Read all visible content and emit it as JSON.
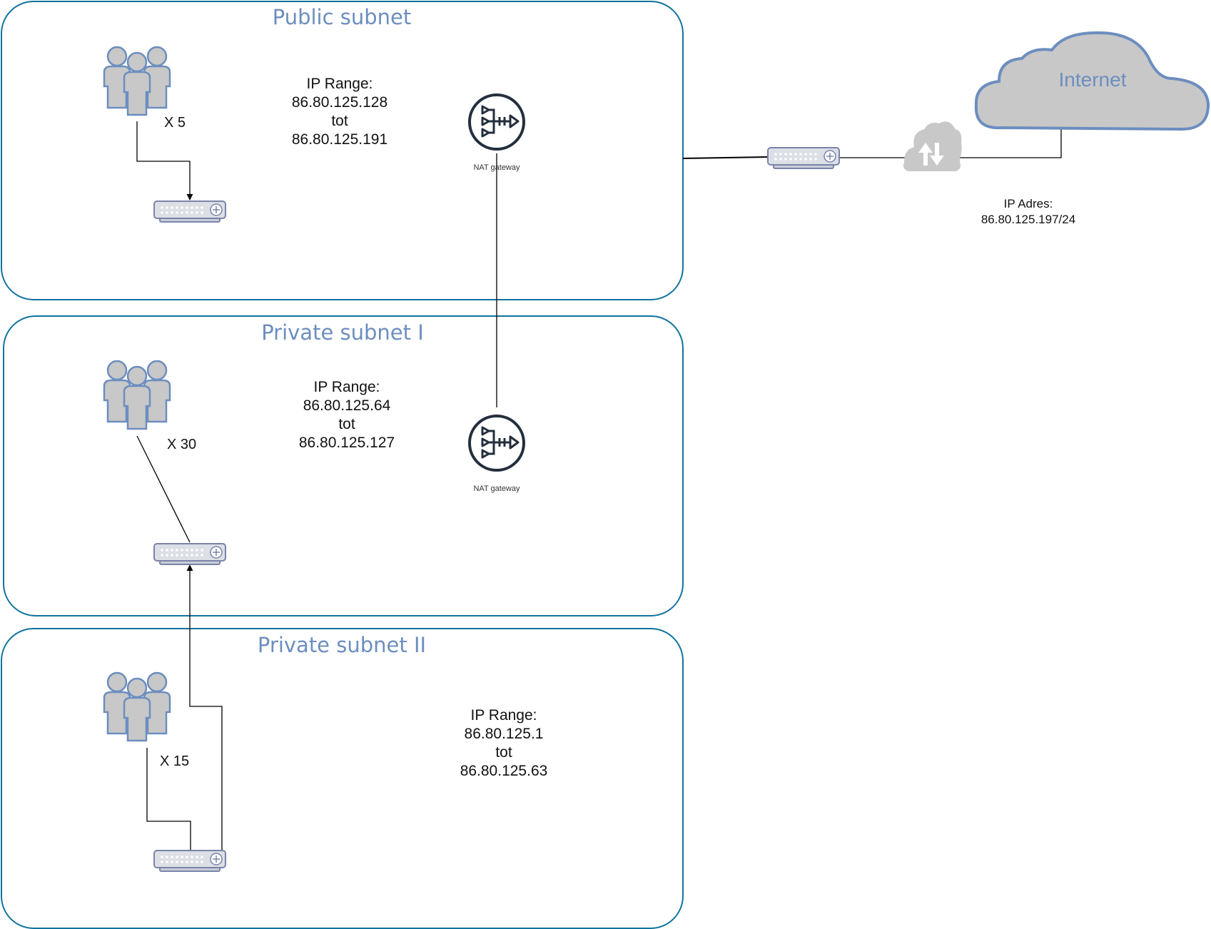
{
  "subnets": [
    {
      "title": "Public subnet",
      "ip_range": [
        "IP Range:",
        "86.80.125.128",
        "tot",
        "86.80.125.191"
      ],
      "user_count": "X 5",
      "nat_label": "NAT gateway"
    },
    {
      "title": "Private subnet I",
      "ip_range": [
        "IP Range:",
        "86.80.125.64",
        "tot",
        "86.80.125.127"
      ],
      "user_count": "X 30",
      "nat_label": "NAT gateway"
    },
    {
      "title": "Private subnet II",
      "ip_range": [
        "IP Range:",
        "86.80.125.1",
        "tot",
        "86.80.125.63"
      ],
      "user_count": "X 15"
    }
  ],
  "internet": {
    "label": "Internet",
    "ip_address_label": "IP Adres:",
    "ip_address": "86.80.125.197/24"
  },
  "colors": {
    "subnet_border": "#10739e",
    "title_text": "#6c8ebf",
    "icon_fill": "#c8c8c8",
    "icon_stroke": "#6c8ebf",
    "nat_icon": "#232f3e"
  },
  "icons": {
    "users": "users-group-icon",
    "switch": "network-switch-icon",
    "nat": "nat-gateway-icon",
    "internet_gateway": "cloud-upload-download-icon",
    "cloud": "cloud-icon"
  }
}
